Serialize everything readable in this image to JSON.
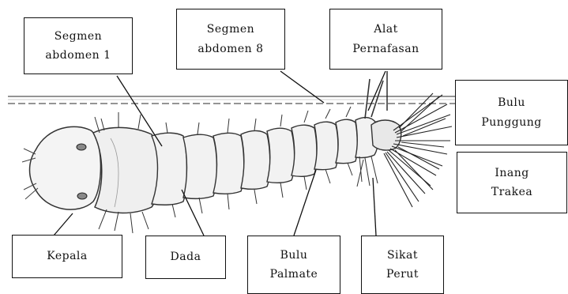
{
  "labels": {
    "segmen_abdomen_1": "Segmen\nabdomen 1",
    "segmen_abdomen_8": "Segmen\nabdomen 8",
    "alat_pernafasan": "Alat\nPernafasan",
    "bulu_punggung": "Bulu\nPunggung",
    "inang_trakea": "Inang\nTrakea",
    "kepala": "Kepala",
    "dada": "Dada",
    "bulu_palmate": "Bulu\nPalmate",
    "sikat_perut": "Sikat\nPerut"
  }
}
